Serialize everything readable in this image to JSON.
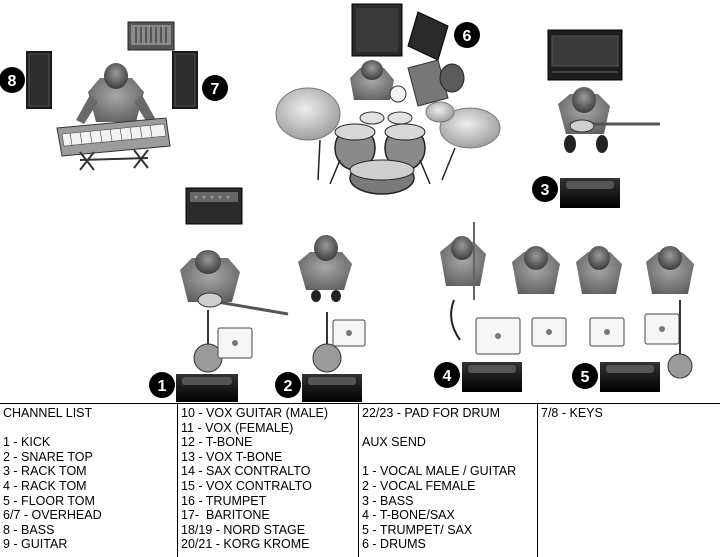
{
  "colors": {
    "ink": "#000000",
    "paper": "#ffffff",
    "shirt": "#8a8a8a",
    "metal": "#bdbdbd",
    "cymbal": "#d4d4d4"
  },
  "stage": {
    "markers": [
      "1",
      "2",
      "3",
      "4",
      "5",
      "6",
      "7",
      "8"
    ],
    "icons": [
      "keyboard-player-icon",
      "drum-kit-icon",
      "bass-player-icon",
      "guitar-player-icon",
      "vocalist-icon",
      "horn-player-icon",
      "monitor-wedge-icon",
      "pa-speaker-icon",
      "amplifier-icon",
      "tablet-icon",
      "microphone-stand-icon"
    ]
  },
  "channel_list": {
    "columns": [
      [
        "CHANNEL LIST",
        "",
        "1 - KICK",
        "2 - SNARE TOP",
        "3 - RACK TOM",
        "4 - RACK TOM",
        "5 - FLOOR TOM",
        "6/7 - OVERHEAD",
        "8 - BASS",
        "9 - GUITAR"
      ],
      [
        "10 - VOX GUITAR (MALE)",
        "11 - VOX (FEMALE)",
        "12 - T-BONE",
        "13 - VOX T-BONE",
        "14 - SAX CONTRALTO",
        "15 - VOX CONTRALTO",
        "16 - TRUMPET",
        "17-  BARITONE",
        "18/19 - NORD STAGE",
        "20/21 - KORG KROME"
      ],
      [
        "22/23 - PAD FOR DRUM",
        "",
        "AUX SEND",
        "",
        "1 - VOCAL MALE / GUITAR",
        "2 - VOCAL FEMALE",
        "3 - BASS",
        "4 - T-BONE/SAX",
        "5 - TRUMPET/ SAX",
        "6 - DRUMS"
      ],
      [
        "7/8 - KEYS"
      ]
    ]
  }
}
